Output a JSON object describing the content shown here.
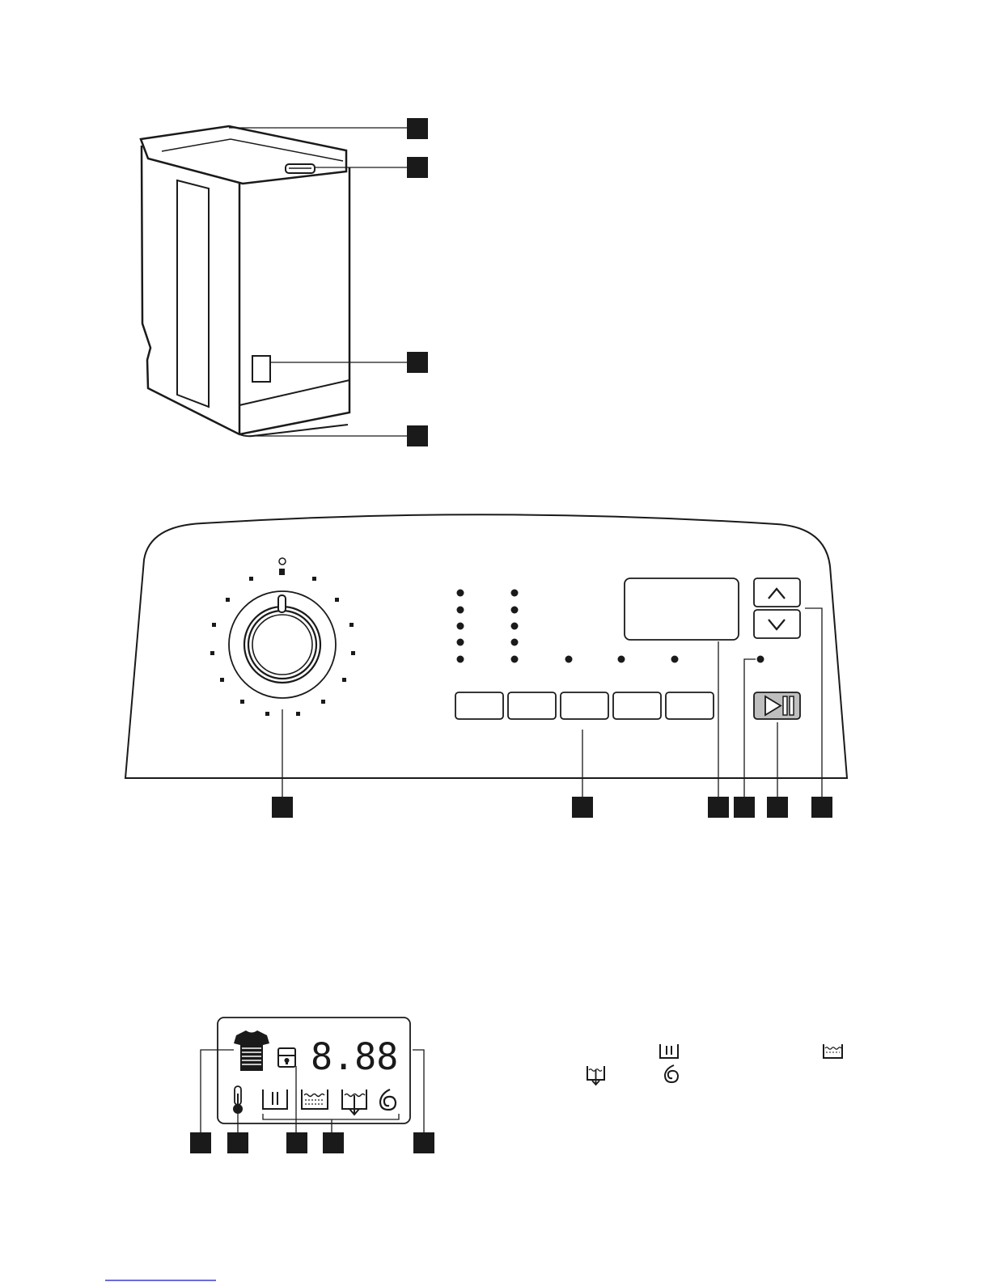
{
  "display": {
    "digits": "8.88"
  },
  "colors": {
    "ink": "#1a1a1a",
    "start_button_fill": "#bfbfbf",
    "footer_link_line": "#3a3acd"
  },
  "icons": {
    "machine_callouts": [
      "lid-callout-marker",
      "lid-handle-callout-marker",
      "pump-flap-callout-marker",
      "adjustable-feet-callout-marker"
    ],
    "panel_callouts": [
      "programme-knob-callout-marker",
      "option-buttons-callout-marker",
      "display-callout-marker",
      "start-pause-light-callout-marker",
      "start-pause-button-callout-marker",
      "time-buttons-callout-marker"
    ],
    "display_callouts": [
      "load-indicator-callout-marker",
      "temperature-callout-marker",
      "door-lock-callout-marker",
      "phase-indicators-callout-marker",
      "digits-callout-marker"
    ],
    "legend_symbols": [
      "wash-phase-icon",
      "rinse-phase-icon",
      "drain-phase-icon",
      "spin-phase-icon"
    ]
  }
}
